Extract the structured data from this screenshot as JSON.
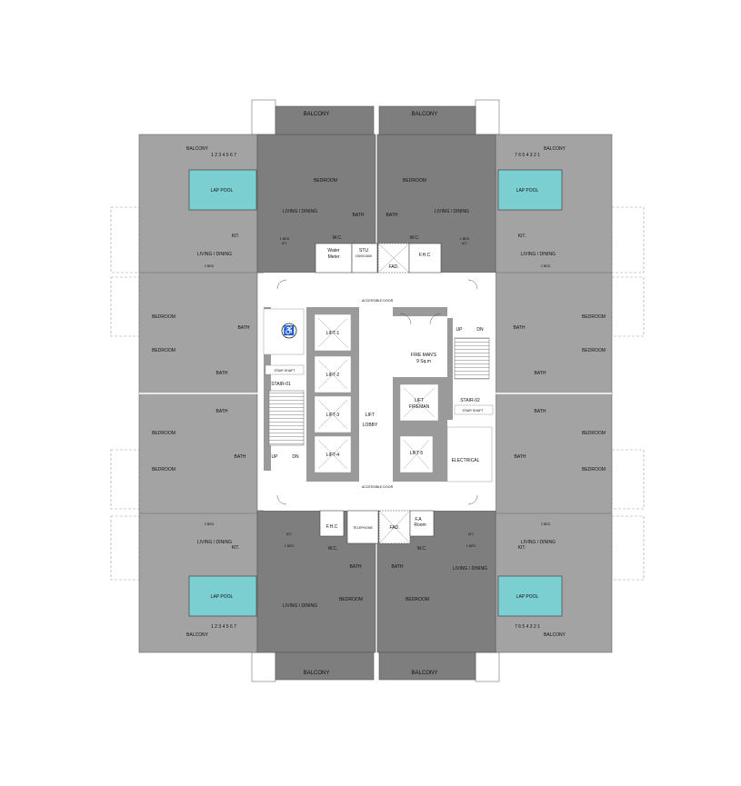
{
  "colors": {
    "corner_unit": "#a3a3a3",
    "center_unit": "#7e7e7e",
    "pool": "#7ccfd1",
    "core": "#ffffff"
  },
  "top_balconies": [
    "BALCONY",
    "BALCONY"
  ],
  "bottom_balconies": [
    "BALCONY",
    "BALCONY"
  ],
  "top_left_unit": {
    "balcony": "BALCONY",
    "steps": "1 2 3 4 5 6 7",
    "pool": "LAP POOL",
    "kitchen": "KIT.",
    "living": "LIVING / DINING",
    "type": "2 BED"
  },
  "top_right_unit": {
    "balcony": "BALCONY",
    "steps": "7 6 5 4 3 2 1",
    "pool": "LAP POOL",
    "kitchen": "KIT.",
    "living": "LIVING / DINING",
    "type": "2 BED"
  },
  "bottom_left_unit": {
    "balcony": "BALCONY",
    "steps": "1 2 3 4 5 6 7",
    "pool": "LAP POOL",
    "kitchen": "KIT.",
    "living": "LIVING / DINING",
    "type": "2 BED"
  },
  "bottom_right_unit": {
    "balcony": "BALCONY",
    "steps": "7 6 5 4 3 2 1",
    "pool": "LAP POOL",
    "kitchen": "KIT.",
    "living": "LIVING / DINING",
    "type": "2 BED"
  },
  "top_center_left_unit": {
    "bedroom": "BEDROOM",
    "living": "LIVING / DINING",
    "bath": "BATH",
    "wc": "W.C.",
    "type": "1 BED",
    "kitchen": "KIT."
  },
  "top_center_right_unit": {
    "bedroom": "BEDROOM",
    "living": "LIVING / DINING",
    "bath": "BATH",
    "wc": "W.C.",
    "type": "1 BED",
    "kitchen": "KIT."
  },
  "bottom_center_left_unit": {
    "bedroom": "BEDROOM",
    "living": "LIVING / DINING",
    "bath": "BATH",
    "wc": "W.C.",
    "type": "1 BED",
    "kitchen": "KIT."
  },
  "bottom_center_right_unit": {
    "bedroom": "BEDROOM",
    "living": "LIVING / DINING",
    "bath": "BATH",
    "wc": "W.C.",
    "type": "1 BED",
    "kitchen": "KIT."
  },
  "left_wing": {
    "bedrooms": [
      "BEDROOM",
      "BEDROOM",
      "BEDROOM",
      "BEDROOM"
    ],
    "baths": [
      "BATH",
      "BATH",
      "BATH",
      "BATH"
    ]
  },
  "right_wing": {
    "bedrooms": [
      "BEDROOM",
      "BEDROOM",
      "BEDROOM",
      "BEDROOM"
    ],
    "baths": [
      "BATH",
      "BATH",
      "BATH",
      "BATH"
    ]
  },
  "services_top": {
    "water_meter": [
      "Water",
      "Meter"
    ],
    "stu": [
      "STU",
      "1500X1500"
    ],
    "fad": "FAD.",
    "fhc": "F.H.C"
  },
  "services_bottom": {
    "fhc": "F.H.C",
    "telephone": "TELEPHONE",
    "fad": "FAD.",
    "fa_room": [
      "F.A",
      "Room"
    ]
  },
  "core": {
    "lifts": [
      "LIFT-1",
      "LIFT-2",
      "LIFT-3",
      "LIFT-4"
    ],
    "lobby": [
      "LIFT",
      "LOBBY"
    ],
    "fireman_area": [
      "FIRE MAN'S",
      "9 Sq.m"
    ],
    "fireman_lift": [
      "LIFT",
      "FIREMAN"
    ],
    "lift5": "LIFT-5",
    "electrical": "ELECTRICAL",
    "stair1": "STAIR-01",
    "stair2": "STAIR-02",
    "stair_shaft": "STAIR SHAFT",
    "up": "UP",
    "dn": "DN",
    "door_note": "ACCESSIBLE DOOR"
  }
}
